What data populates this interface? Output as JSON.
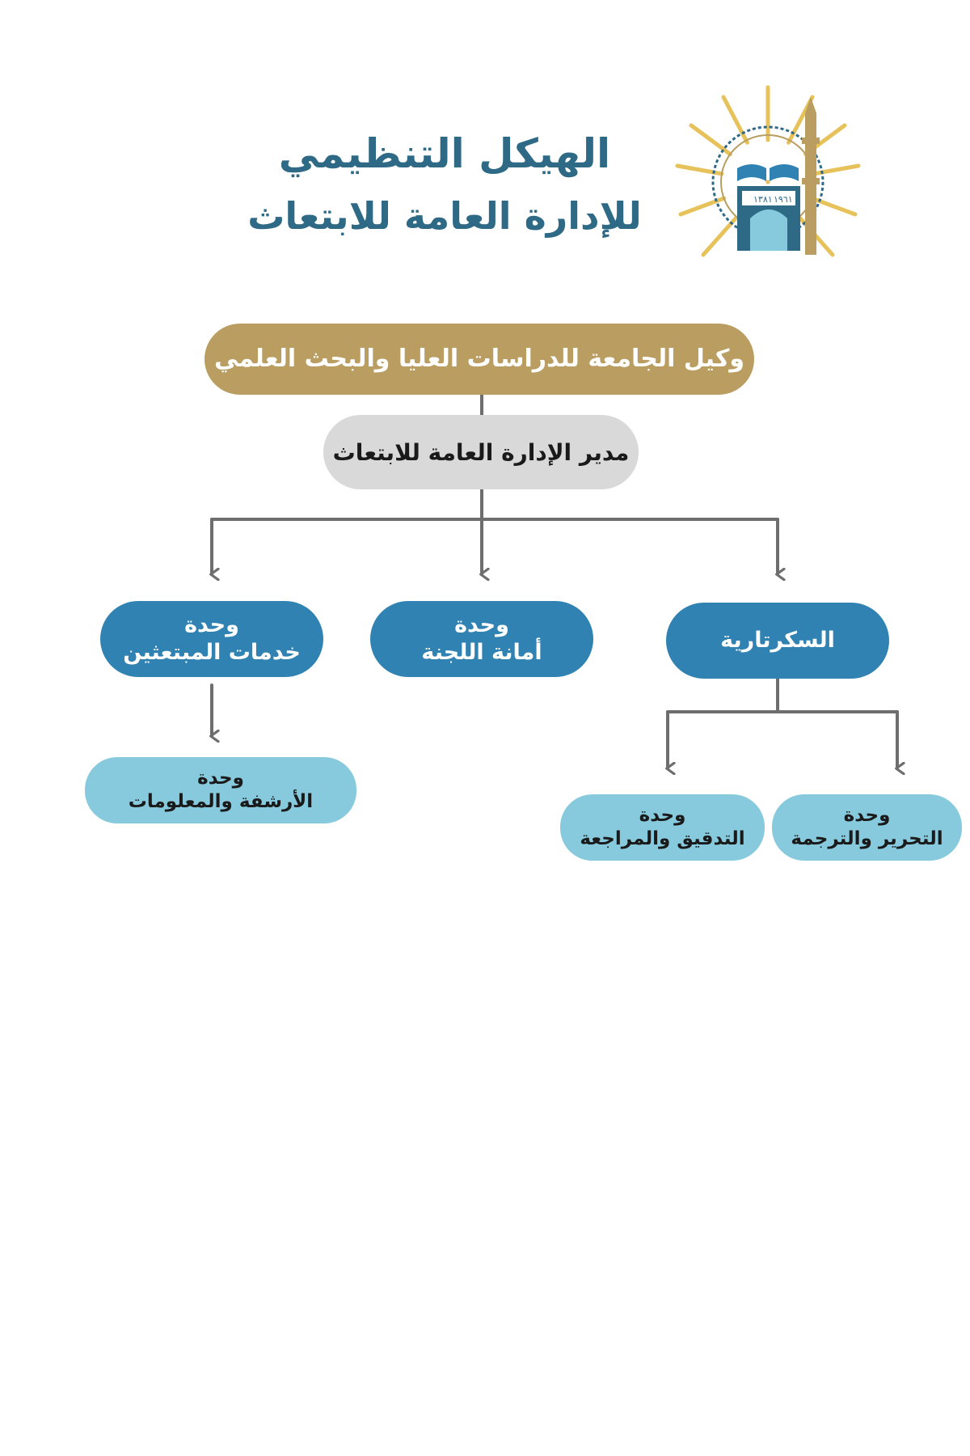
{
  "header": {
    "title_line1": "الهيكل التنظيمي",
    "title_line2": "للإدارة العامة للابتعاث"
  },
  "logo": {
    "icon": "university-emblem-icon",
    "number_left": "١٣٨١",
    "number_right": "١٩٦١"
  },
  "chart": {
    "top": {
      "label": "وكيل الجامعة للدراسات العليا والبحث العلمي"
    },
    "director": {
      "label": "مدير الإدارة العامة للابتعاث"
    },
    "units": [
      {
        "line1": "السكرتارية",
        "line2": ""
      },
      {
        "line1": "وحدة",
        "line2": "أمانة اللجنة"
      },
      {
        "line1": "وحدة",
        "line2": "خدمات المبتعثين"
      }
    ],
    "sub_units": [
      {
        "line1": "وحدة",
        "line2": "التحرير والترجمة"
      },
      {
        "line1": "وحدة",
        "line2": "التدقيق والمراجعة"
      },
      {
        "line1": "وحدة",
        "line2": "الأرشفة والمعلومات"
      }
    ]
  },
  "colors": {
    "title": "#2e6a86",
    "gold": "#b99d61",
    "director_gray": "#d9d9d9",
    "unit_blue": "#2f82b2",
    "subunit_light_blue": "#87cade",
    "connector_gray": "#6e6e6e"
  }
}
